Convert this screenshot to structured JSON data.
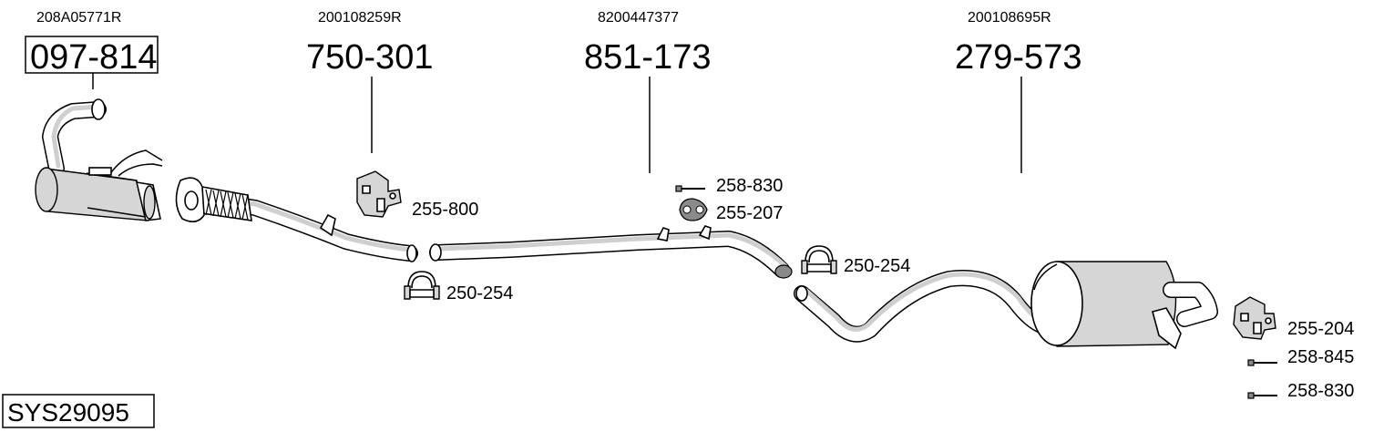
{
  "parts": [
    {
      "oem": "208A05771R",
      "number": "097-814"
    },
    {
      "oem": "200108259R",
      "number": "750-301"
    },
    {
      "oem": "8200447377",
      "number": "851-173"
    },
    {
      "oem": "200108695R",
      "number": "279-573"
    }
  ],
  "accessories": {
    "hanger_1": "255-800",
    "clamp_1": "250-254",
    "bolt_1": "258-830",
    "hanger_2": "255-207",
    "clamp_2": "250-254",
    "hanger_3": "255-204",
    "bolt_2": "258-845",
    "bolt_3": "258-830"
  },
  "system_id": "SYS29095"
}
